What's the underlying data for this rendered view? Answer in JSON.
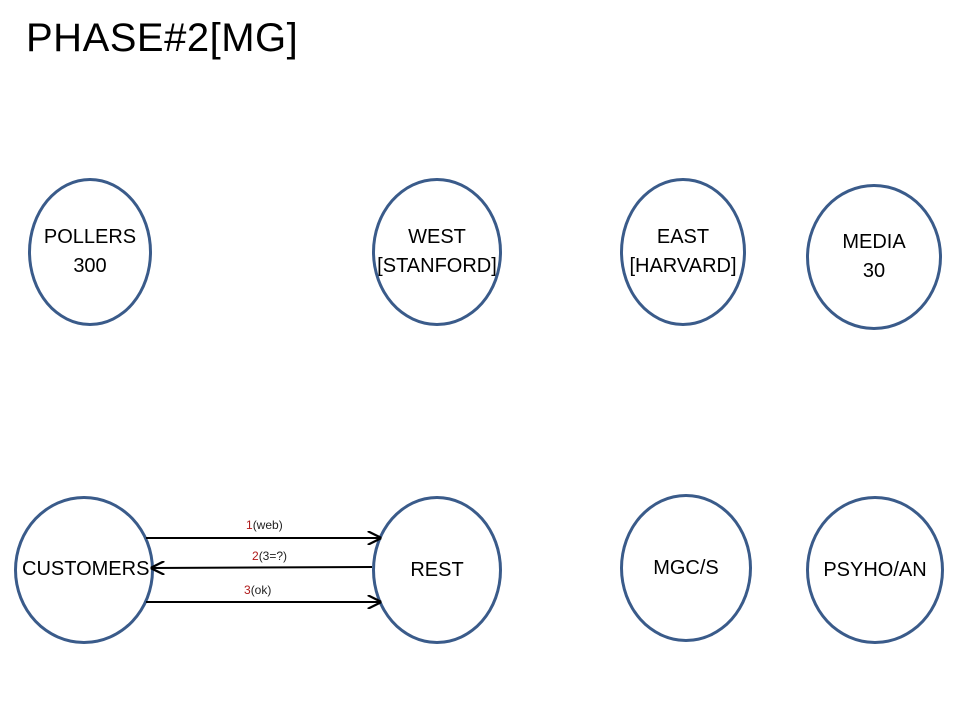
{
  "title": "PHASE#2[MG]",
  "colors": {
    "node_border": "#3a5b8a",
    "arrow": "#000000",
    "step_number": "#b01a1a"
  },
  "nodes": {
    "pollers": {
      "lines": [
        "POLLERS",
        "300"
      ]
    },
    "west": {
      "lines": [
        "WEST",
        "[STANFORD]"
      ]
    },
    "east": {
      "lines": [
        "EAST",
        "[HARVARD]"
      ]
    },
    "media": {
      "lines": [
        "MEDIA",
        "30"
      ]
    },
    "customers": {
      "label": "CUSTOMERS"
    },
    "rest": {
      "label": "REST"
    },
    "mgcs": {
      "label": "MGC/S"
    },
    "psyho": {
      "label": "PSYHO/AN"
    }
  },
  "edges": [
    {
      "num": "1",
      "text": "(web)",
      "from": "CUSTOMERS",
      "to": "REST"
    },
    {
      "num": "2",
      "text": "(3=?)",
      "from": "REST",
      "to": "CUSTOMERS"
    },
    {
      "num": "3",
      "text": "(ok)",
      "from": "CUSTOMERS",
      "to": "REST"
    }
  ]
}
